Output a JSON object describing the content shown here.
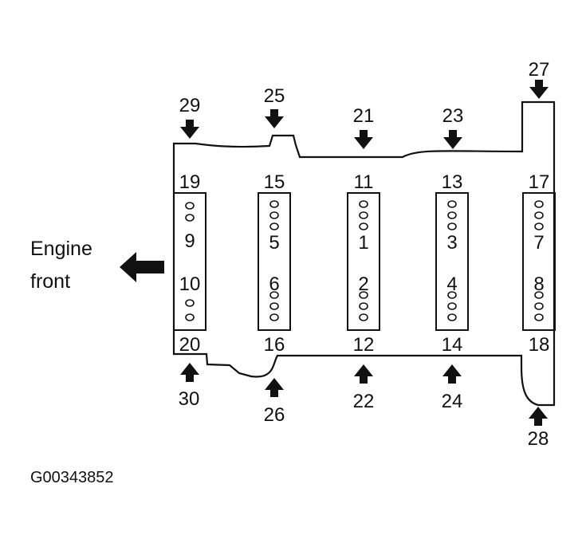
{
  "diagram": {
    "front_label_line1": "Engine",
    "front_label_line2": "front",
    "reference_code": "G00343852",
    "caps": [
      {
        "left": "19",
        "upper": "9",
        "lower": "10",
        "right": "20"
      },
      {
        "left": "15",
        "upper": "5",
        "lower": "6",
        "right": "16"
      },
      {
        "left": "11",
        "upper": "1",
        "lower": "2",
        "right": "12"
      },
      {
        "left": "13",
        "upper": "3",
        "lower": "4",
        "right": "14"
      },
      {
        "left": "17",
        "upper": "7",
        "lower": "8",
        "right": "18"
      }
    ],
    "top_arrows": [
      "29",
      "25",
      "21",
      "23",
      "27"
    ],
    "bottom_arrows": [
      "30",
      "26",
      "22",
      "24",
      "28"
    ]
  }
}
